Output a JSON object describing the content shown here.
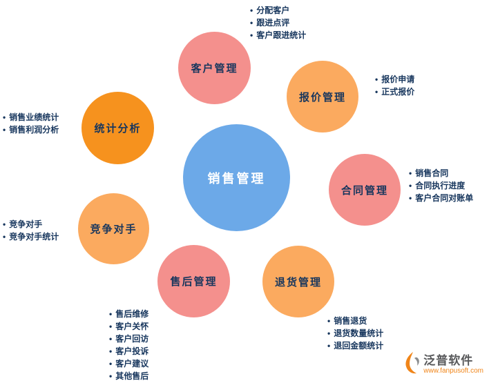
{
  "center": {
    "label": "销售管理"
  },
  "colors": {
    "blue": "#6CA9E8",
    "pink": "#F4908D",
    "orange": "#FBAA5F",
    "dark_orange": "#F6921E",
    "text_navy": "#17365D"
  },
  "nodes": [
    {
      "id": "customer-management",
      "label": "客户管理",
      "color": "pink",
      "bullets": [
        "分配客户",
        "跟进点评",
        "客户跟进统计"
      ]
    },
    {
      "id": "quote-management",
      "label": "报价管理",
      "color": "orange",
      "bullets": [
        "报价申请",
        "正式报价"
      ]
    },
    {
      "id": "statistics-analysis",
      "label": "统计分析",
      "color": "dark_orange",
      "bullets": [
        "销售业绩统计",
        "销售利润分析"
      ]
    },
    {
      "id": "contract-management",
      "label": "合同管理",
      "color": "pink",
      "bullets": [
        "销售合同",
        "合同执行进度",
        "客户合同对账单"
      ]
    },
    {
      "id": "competitor",
      "label": "竞争对手",
      "color": "orange",
      "bullets": [
        "竞争对手",
        "竞争对手统计"
      ]
    },
    {
      "id": "aftersale-management",
      "label": "售后管理",
      "color": "pink",
      "bullets": [
        "售后维修",
        "客户关怀",
        "客户回访",
        "客户投诉",
        "客户建议",
        "其他售后"
      ]
    },
    {
      "id": "return-management",
      "label": "退货管理",
      "color": "orange",
      "bullets": [
        "销售退货",
        "退货数量统计",
        "退回金额统计"
      ]
    }
  ],
  "logo": {
    "name": "泛普软件",
    "website": "www.fanpusoft.com"
  }
}
